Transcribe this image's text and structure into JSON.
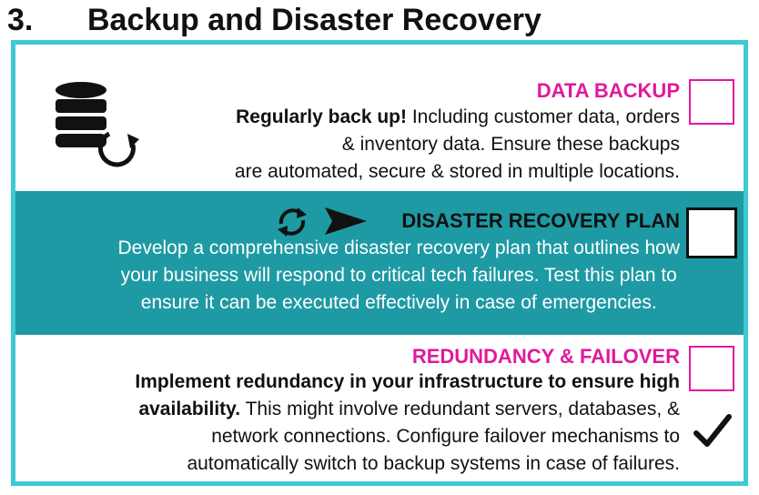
{
  "heading": {
    "number": "3.",
    "title": "Backup and Disaster Recovery"
  },
  "sections": [
    {
      "title": "DATA BACKUP",
      "bold_lead": "Regularly back up!",
      "line1_rest": " Including customer data, orders",
      "line2": "& inventory data. Ensure these backups",
      "line3": "are automated, secure & stored in multiple locations.",
      "checked": false,
      "icon": "database-sync-icon",
      "colors": {
        "title": "#e0199e",
        "checkbox_border": "#e0199e"
      }
    },
    {
      "title": "DISASTER RECOVERY PLAN",
      "line1": "Develop a comprehensive disaster recovery plan that outlines how",
      "line2": "your business will respond to critical tech failures. Test this plan to",
      "line3": "ensure it can be executed effectively in case of emergencies.",
      "checked": false,
      "icons": [
        "refresh-cycle-icon",
        "play-arrow-icon"
      ],
      "colors": {
        "background": "#1e9aa4",
        "text": "#ffffff",
        "title": "#111111",
        "checkbox_border": "#111111"
      }
    },
    {
      "title": "REDUNDANCY & FAILOVER",
      "bold_line1": "Implement redundancy in your infrastructure to ensure high",
      "bold_lead2": "availability.",
      "line2_rest": " This might involve redundant servers, databases, &",
      "line3": "network connections. Configure failover mechanisms to",
      "line4": "automatically switch to backup systems in case of failures.",
      "checked": true,
      "icon": "checkmark-icon",
      "colors": {
        "title": "#e0199e",
        "checkbox_border": "#e0199e"
      }
    }
  ],
  "colors": {
    "frame_border": "#3fc9d2"
  }
}
